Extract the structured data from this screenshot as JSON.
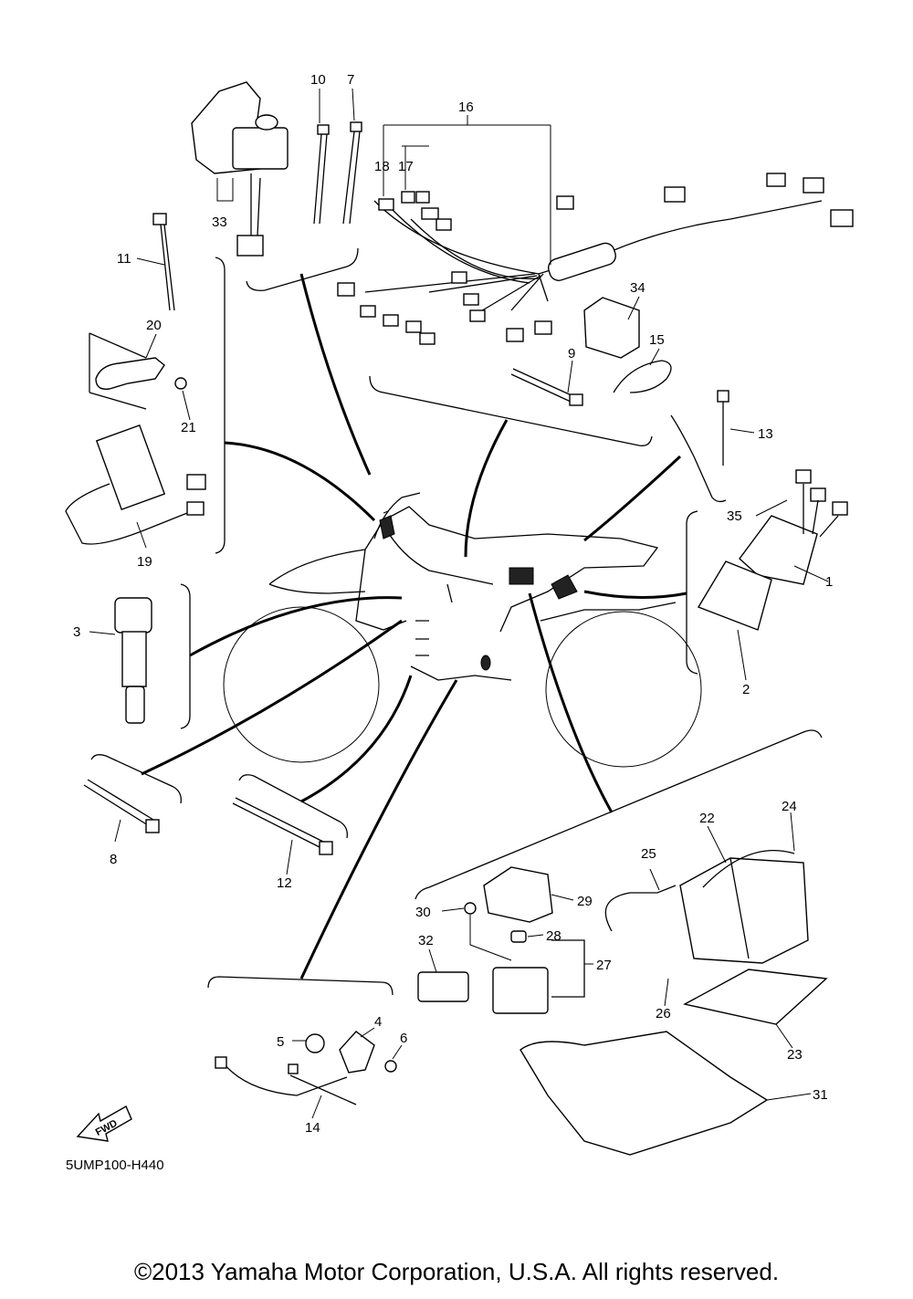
{
  "diagram_code": "5UMP100-H440",
  "copyright": "©2013 Yamaha Motor Corporation, U.S.A. All rights reserved.",
  "fwd_label": "FWD",
  "callouts": [
    "1",
    "2",
    "3",
    "4",
    "5",
    "6",
    "7",
    "8",
    "9",
    "10",
    "11",
    "12",
    "13",
    "14",
    "15",
    "16",
    "17",
    "18",
    "19",
    "20",
    "21",
    "22",
    "23",
    "24",
    "25",
    "26",
    "27",
    "28",
    "29",
    "30",
    "31",
    "32",
    "33",
    "34",
    "35"
  ]
}
